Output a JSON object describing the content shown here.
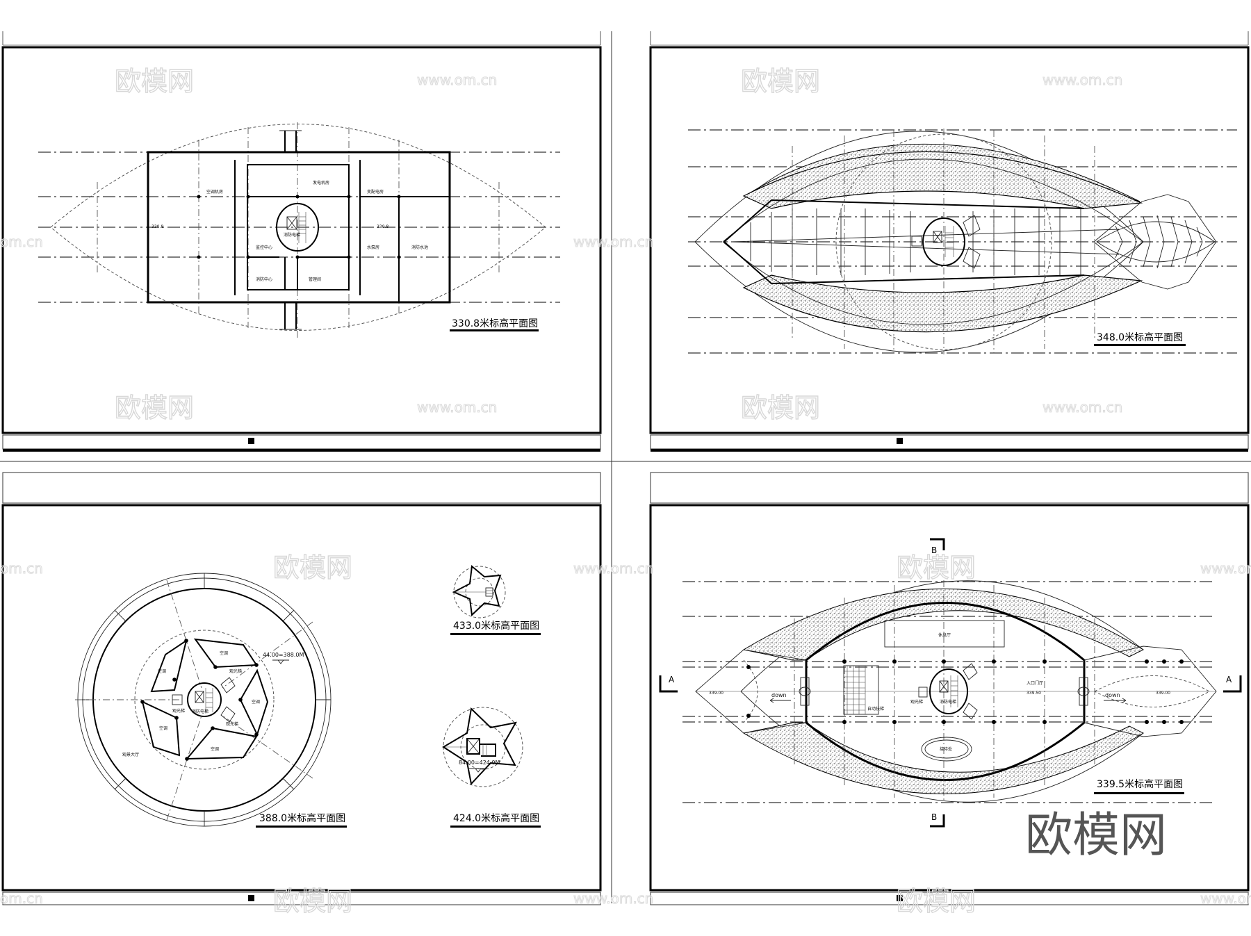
{
  "sheet": {
    "description": "Four-panel architectural floor plan sheet (CAD drawings)",
    "footer_marker": "■"
  },
  "panels": [
    {
      "id": "top-left",
      "title": "330.8米标高平面图",
      "elevation_tags": [
        "330.8",
        "330.8"
      ],
      "rooms": [
        "空调机房",
        "发电机房",
        "变配电房",
        "消防电梯",
        "监控中心",
        "消防中心",
        "管理间",
        "水泵房",
        "消防水池"
      ]
    },
    {
      "id": "top-right",
      "title": "348.0米标高平面图"
    },
    {
      "id": "bottom-left",
      "title": "388.0米标高平面图",
      "elevation_note": "44.00=388.0M",
      "rooms": [
        "空调",
        "空调",
        "空调",
        "空调",
        "空调",
        "观光梯",
        "观光梯",
        "观光梯",
        "消防电梯",
        "观景大厅"
      ],
      "sub_plans": [
        {
          "title": "433.0米标高平面图"
        },
        {
          "title": "424.0米标高平面图",
          "elevation_note": "84.00=424.0M"
        }
      ]
    },
    {
      "id": "bottom-right",
      "title": "339.5米标高平面图",
      "section_marks": {
        "a": "A",
        "b": "B"
      },
      "labels": {
        "down_left": "down",
        "down_right": "down",
        "elev_left": "339.00",
        "elev_center": "339.50",
        "elev_right": "339.00",
        "entrance": "入口门厅",
        "room_top": "休息厅",
        "room_bottom": "接待处",
        "stair_room": "自动扶梯",
        "core_left": "观光梯",
        "core_right": "消防电梯"
      }
    }
  ],
  "watermarks": {
    "brand": "欧模网",
    "url": "www.om.cn",
    "url_partial": "om.cn"
  }
}
